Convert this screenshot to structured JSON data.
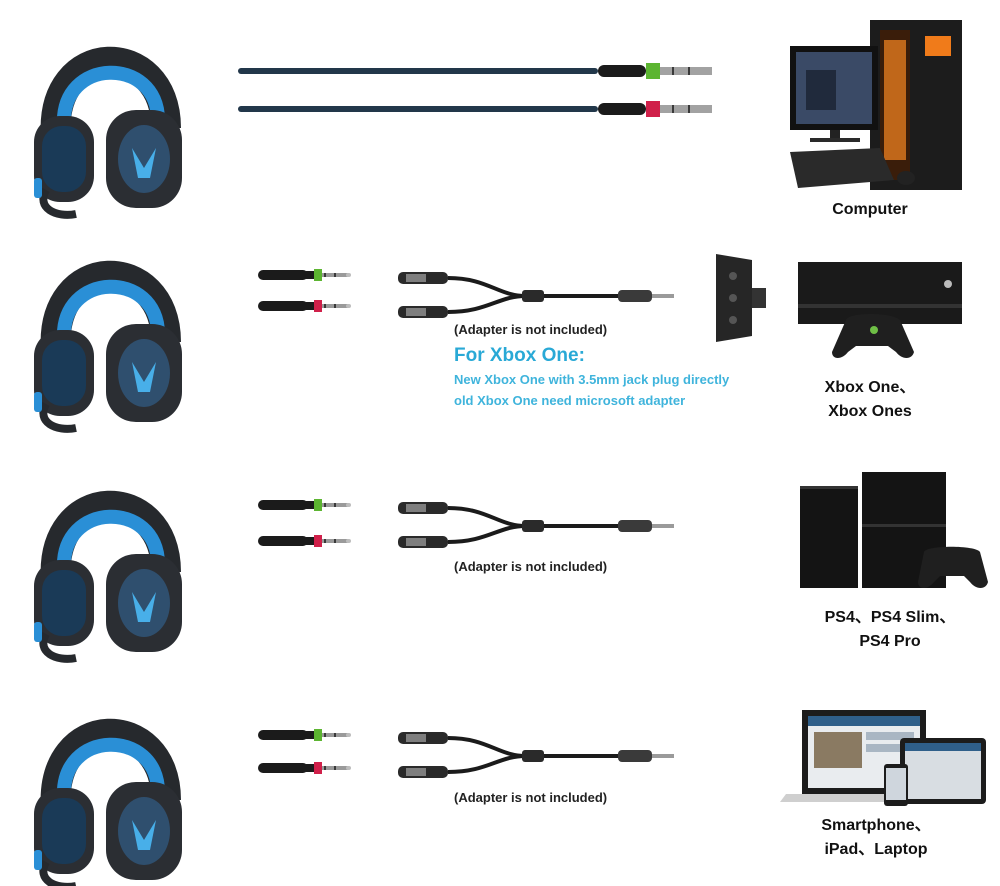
{
  "rows": [
    {
      "device_label": "Computer"
    },
    {
      "device_label_line1": "Xbox One、",
      "device_label_line2": "Xbox Ones",
      "adapter_note": "(Adapter is not included)"
    },
    {
      "device_label_line1": "PS4、PS4 Slim、",
      "device_label_line2": "PS4 Pro",
      "adapter_note": "(Adapter is not included)"
    },
    {
      "device_label_line1": "Smartphone、",
      "device_label_line2": "iPad、Laptop",
      "adapter_note": "(Adapter is not included)"
    }
  ],
  "xbox_info": {
    "title": "For Xbox One:",
    "description": "New Xbox One with 3.5mm jack plug directly old Xbox One need microsoft adapter"
  },
  "colors": {
    "headset_blue": "#2a8fd6",
    "headset_dark": "#2b2e33",
    "mic_ring": "#5cb531",
    "headphone_ring": "#d0204a",
    "accent_text": "#29a9d6"
  },
  "icons": [
    "headset-icon",
    "audio-cable-icon",
    "y-splitter-icon",
    "xbox-stereo-adapter-icon",
    "computer-icon",
    "xbox-console-icon",
    "ps4-console-icon",
    "mobile-devices-icon"
  ]
}
